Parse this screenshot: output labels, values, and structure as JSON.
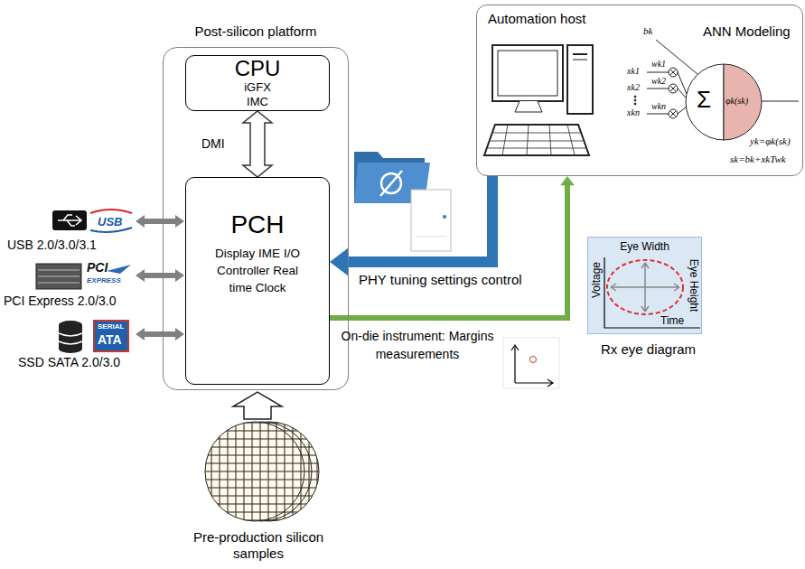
{
  "diagram": {
    "nodes": [
      {
        "text": [
          "Post-silicon platform"
        ]
      },
      {
        "text": [
          "CPU",
          "iGFX IMC"
        ],
        "in": 0
      },
      {
        "text": [
          "PCH",
          "Display IME I/O Controller Real time Clock"
        ],
        "in": 0
      },
      {
        "text": [
          "Automation host"
        ]
      },
      {
        "text": [
          "Σ",
          "φk(sk)"
        ],
        "in": 3
      },
      {
        "text": [
          "Eye Width",
          "Voltage",
          "Eye Height",
          "Time"
        ]
      }
    ],
    "edges": [
      {
        "from": 1,
        "to": 2,
        "arrow": "both",
        "label": "DMI"
      },
      {
        "from": 3,
        "to": 2,
        "arrow": "to",
        "label": "PHY tuning settings control"
      },
      {
        "from": 2,
        "to": 3,
        "arrow": "to",
        "label": "On-die instrument: Margins measurements"
      }
    ],
    "labels": [
      "USB 2.0/3.0/3.1",
      "PCI Express 2.0/3.0",
      "SSD SATA 2.0/3.0",
      "USB",
      "PCI",
      "EXPRESS",
      "SERIAL",
      "ATA",
      "Rx eye diagram",
      "Pre-production silicon samples",
      "ANN Modeling",
      "bk",
      "xk1",
      "wk1",
      "xk2",
      "wk2",
      "xkn",
      "wkn",
      "yk=φk(sk)",
      "sk=bk+xkTwk"
    ]
  }
}
